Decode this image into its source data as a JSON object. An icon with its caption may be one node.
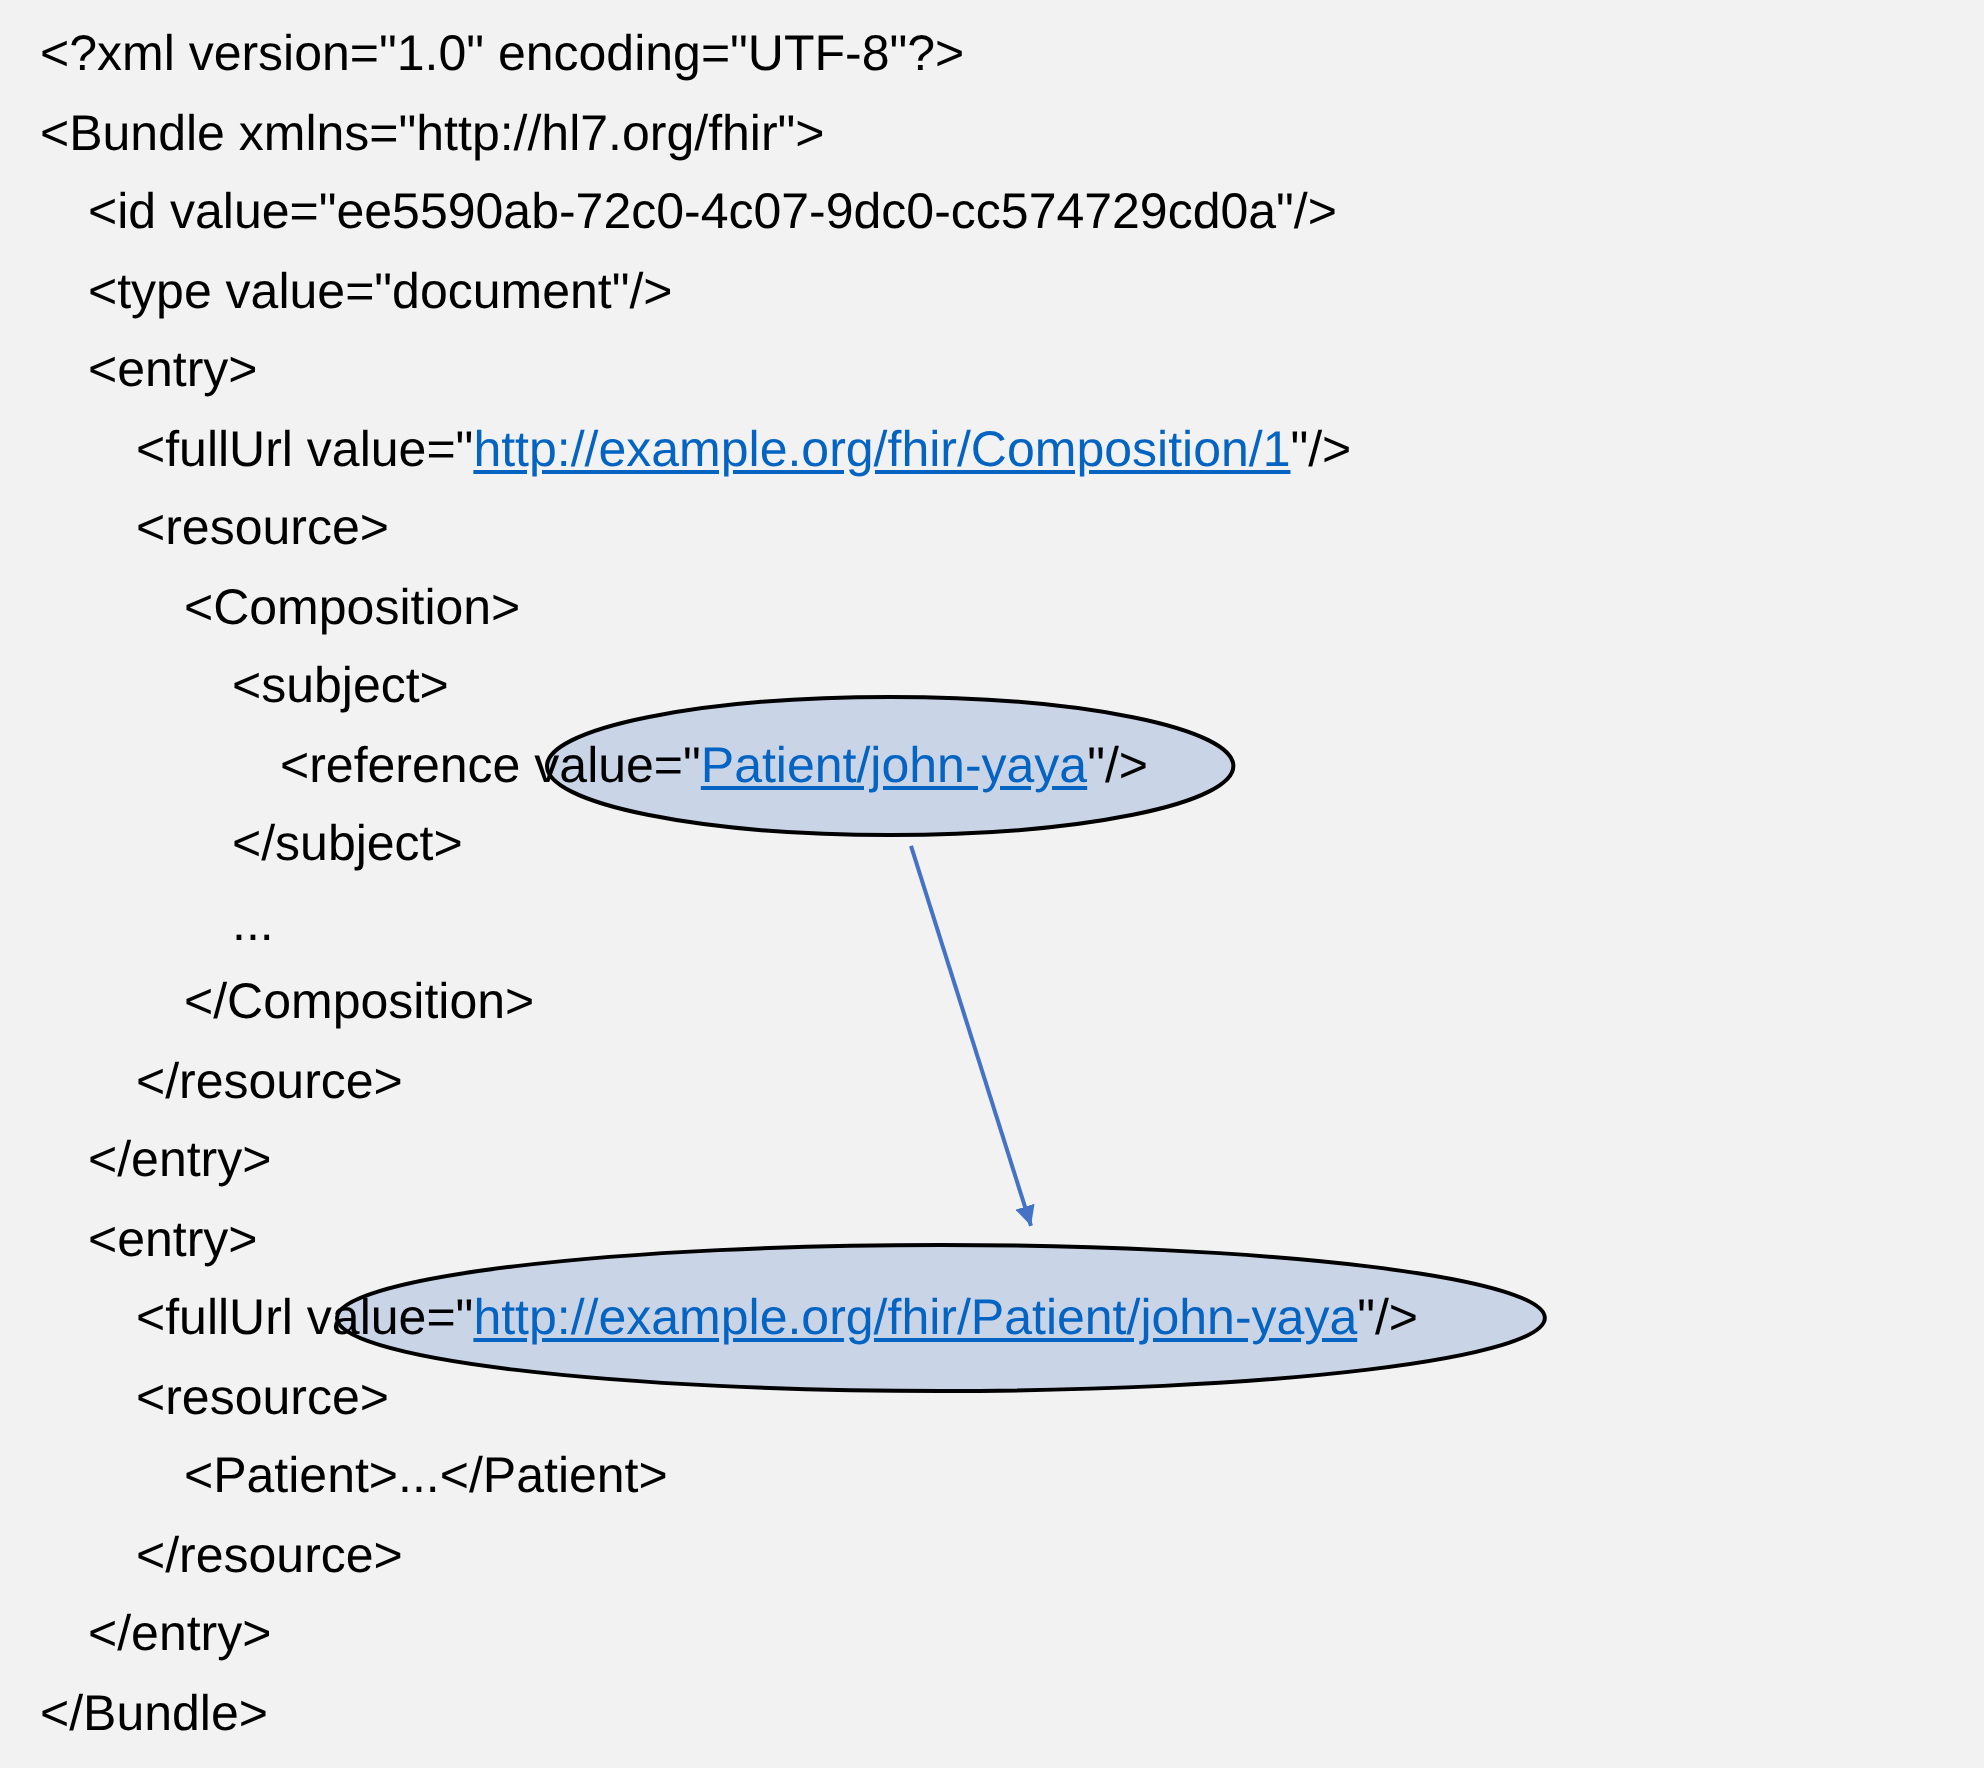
{
  "diagram": {
    "nodes": [
      {
        "text": [],
        "shape": "ellipse"
      },
      {
        "text": [],
        "shape": "ellipse"
      }
    ],
    "edges": [
      {
        "from": 0,
        "to": 1,
        "arrow": "to"
      }
    ],
    "labels": [
      "<?xml version=\"1.0\" encoding=\"UTF-8\"?>",
      "<Bundle xmlns=\"http://hl7.org/fhir\">",
      "<id value=\"ee5590ab-72c0-4c07-9dc0-cc574729cd0a\"/>",
      "<type value=\"document\"/>",
      "<entry>",
      "<fullUrl value=\"",
      "http://example.org/fhir/Composition/1",
      "\"/>",
      "<resource>",
      "<Composition>",
      "<subject>",
      "<reference value=\"",
      "Patient/john-yaya",
      "\"/>",
      "</subject>",
      "...",
      "</Composition>",
      "</resource>",
      "</entry>",
      "<entry>",
      "<fullUrl value=\"",
      "http://example.org/fhir/Patient/john-yaya",
      "\"/>",
      "<resource>",
      "<Patient>...</Patient>",
      "</resource>",
      "</entry>",
      "</Bundle>"
    ]
  }
}
